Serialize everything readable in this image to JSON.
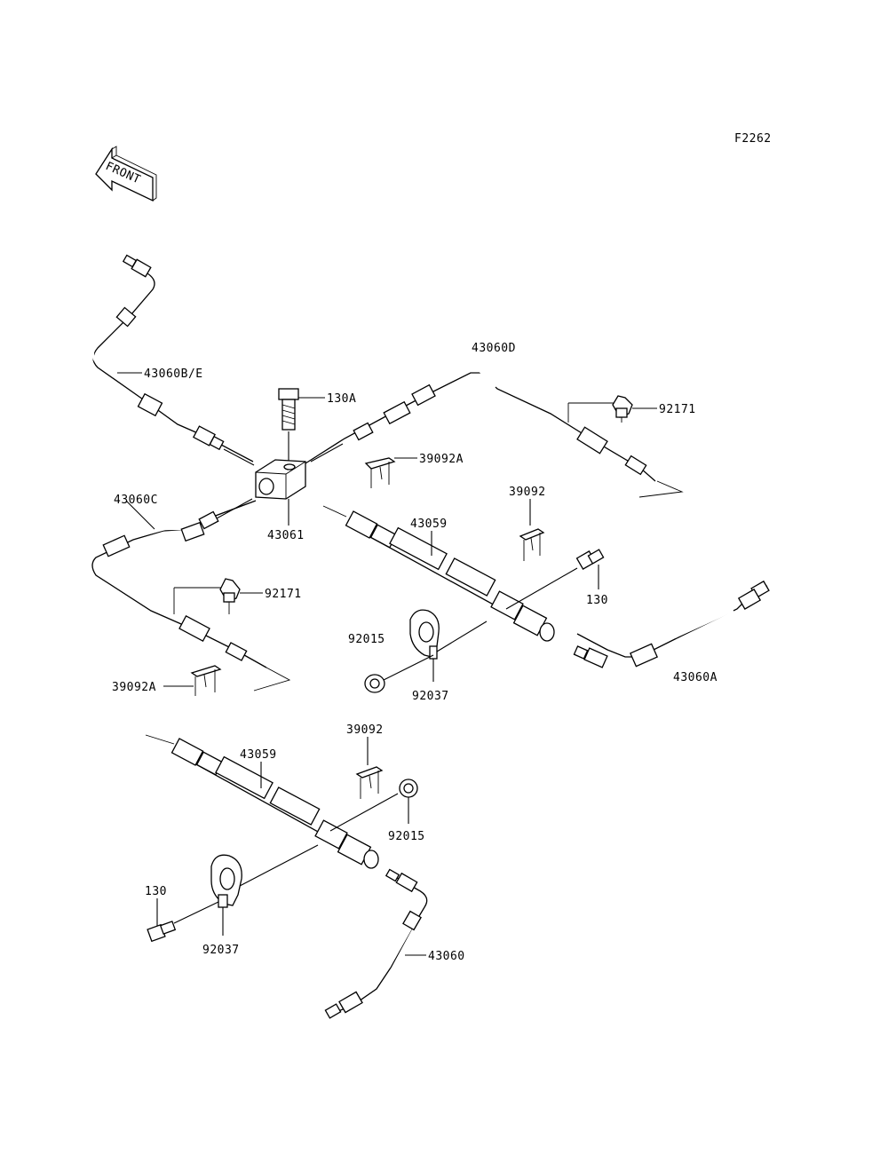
{
  "figure_code": "F2262",
  "front_marker": "FRONT",
  "labels": {
    "p43060BE": "43060B/E",
    "p130A": "130A",
    "p43060D": "43060D",
    "p92171_top": "92171",
    "p39092A_top": "39092A",
    "p39092_top": "39092",
    "p43060C": "43060C",
    "p43061": "43061",
    "p43059_top": "43059",
    "p130_top": "130",
    "p92171_mid": "92171",
    "p92015_top": "92015",
    "p43060A": "43060A",
    "p39092A_mid": "39092A",
    "p92037_top": "92037",
    "p39092_bot": "39092",
    "p43059_bot": "43059",
    "p92015_bot": "92015",
    "p130_bot": "130",
    "p92037_bot": "92037",
    "p43060": "43060"
  }
}
